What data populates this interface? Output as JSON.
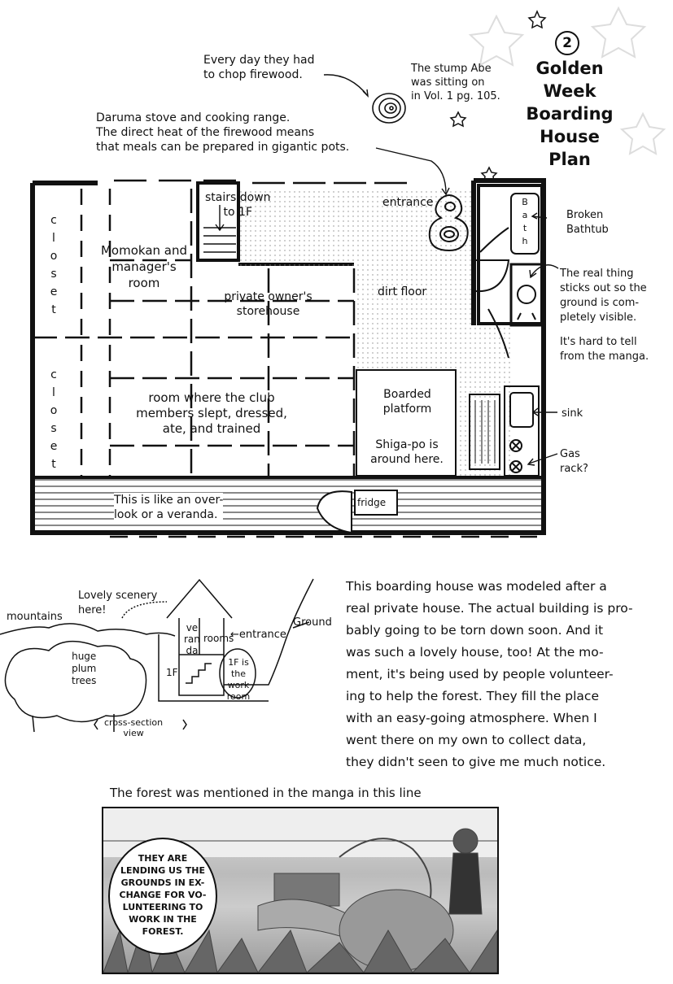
{
  "header": {
    "number": "2",
    "title": "Golden\nWeek\nBoarding\nHouse\nPlan"
  },
  "notes": {
    "firewood": "Every day they had\nto chop firewood.",
    "stump": "The stump Abe\nwas sitting on\nin Vol. 1 pg. 105.",
    "stove": "Daruma stove and cooking range.\nThe direct heat of the firewood means\nthat meals can be prepared in gigantic pots.",
    "broken_bathtub": "Broken\nBathtub",
    "real_thing": "The real thing\nsticks out so the\nground is com-\npletely visible.",
    "hard_to_tell": "It's hard to tell\nfrom the manga.",
    "sink": "sink",
    "gas_rack": "Gas\nrack?"
  },
  "plan_labels": {
    "closet_top": "c\nl\no\ns\ne\nt",
    "closet_bottom": "c\nl\no\ns\ne\nt",
    "stairs": "stairs down\nto 1F",
    "momokan_room": "Momokan and\nmanager's\nroom",
    "storehouse": "private owner's\nstorehouse",
    "entrance": "entrance",
    "bath": "B\na\nt\nh",
    "dirt_floor": "dirt floor",
    "club_room": "room where the club\nmembers slept, dressed,\nate, and trained",
    "boarded_platform": "Boarded\nplatform",
    "shigapo": "Shiga-po is\naround here.",
    "veranda": "This is like an over-\nlook or a veranda.",
    "fridge": "fridge"
  },
  "cross_section": {
    "lovely_scenery": "Lovely scenery\nhere!",
    "mountains": "mountains",
    "veranda": "ve\nran\nda",
    "rooms": "rooms",
    "entrance": "←entrance",
    "ground": "Ground",
    "plum_trees": "huge\nplum\ntrees",
    "first_floor": "1F",
    "work_room": "1F is\nthe work\nroom",
    "view_label": "cross-section\nview"
  },
  "paragraph": "This boarding house was modeled after a\nreal private house. The actual building is pro-\nbably going to be torn down soon. And it\nwas such a lovely house, too! At the mo-\nment, it's being used by people volunteer-\ning to help the forest. They fill the place\nwith an easy-going atmosphere. When I\nwent there on my own to collect data,\nthey didn't seen to give me much notice.",
  "forest_caption": "The forest was mentioned in the manga in this line",
  "speech_bubble": "THEY ARE\nLENDING US THE\nGROUNDS IN EX-\nCHANGE FOR VO-\nLUNTEERING TO\nWORK IN THE\nFOREST."
}
